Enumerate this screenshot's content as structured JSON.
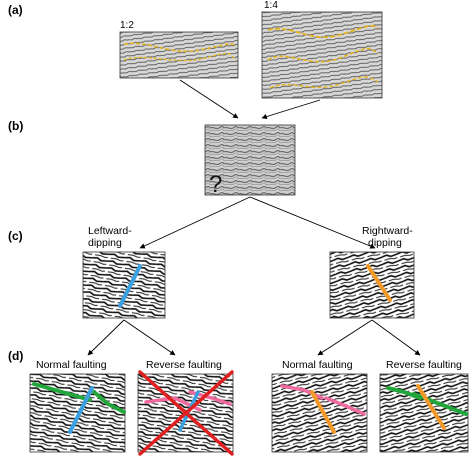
{
  "panels": {
    "a": "(a)",
    "b": "(b)",
    "c": "(c)",
    "d": "(d)"
  },
  "scales": {
    "left": "1:2",
    "right": "1:4"
  },
  "question_mark": "?",
  "dip": {
    "left_line1": "Leftward-",
    "left_line2": "dipping",
    "right_line1": "Rightward-",
    "right_line2": "dipping"
  },
  "faulting": {
    "left_normal": "Normal faulting",
    "left_reverse": "Reverse faulting",
    "right_normal": "Normal faulting",
    "right_reverse": "Reverse faulting"
  },
  "colors": {
    "fault_blue": "#3aa0e0",
    "fault_orange": "#f39a2b",
    "horizon_green": "#22a63c",
    "horizon_pink": "#f06aa0",
    "horizon_yellow": "#e3b21c",
    "cross_red": "#e02020",
    "seismic_dark": "#1a1a1a",
    "seismic_gray": "#8a8a8a"
  }
}
